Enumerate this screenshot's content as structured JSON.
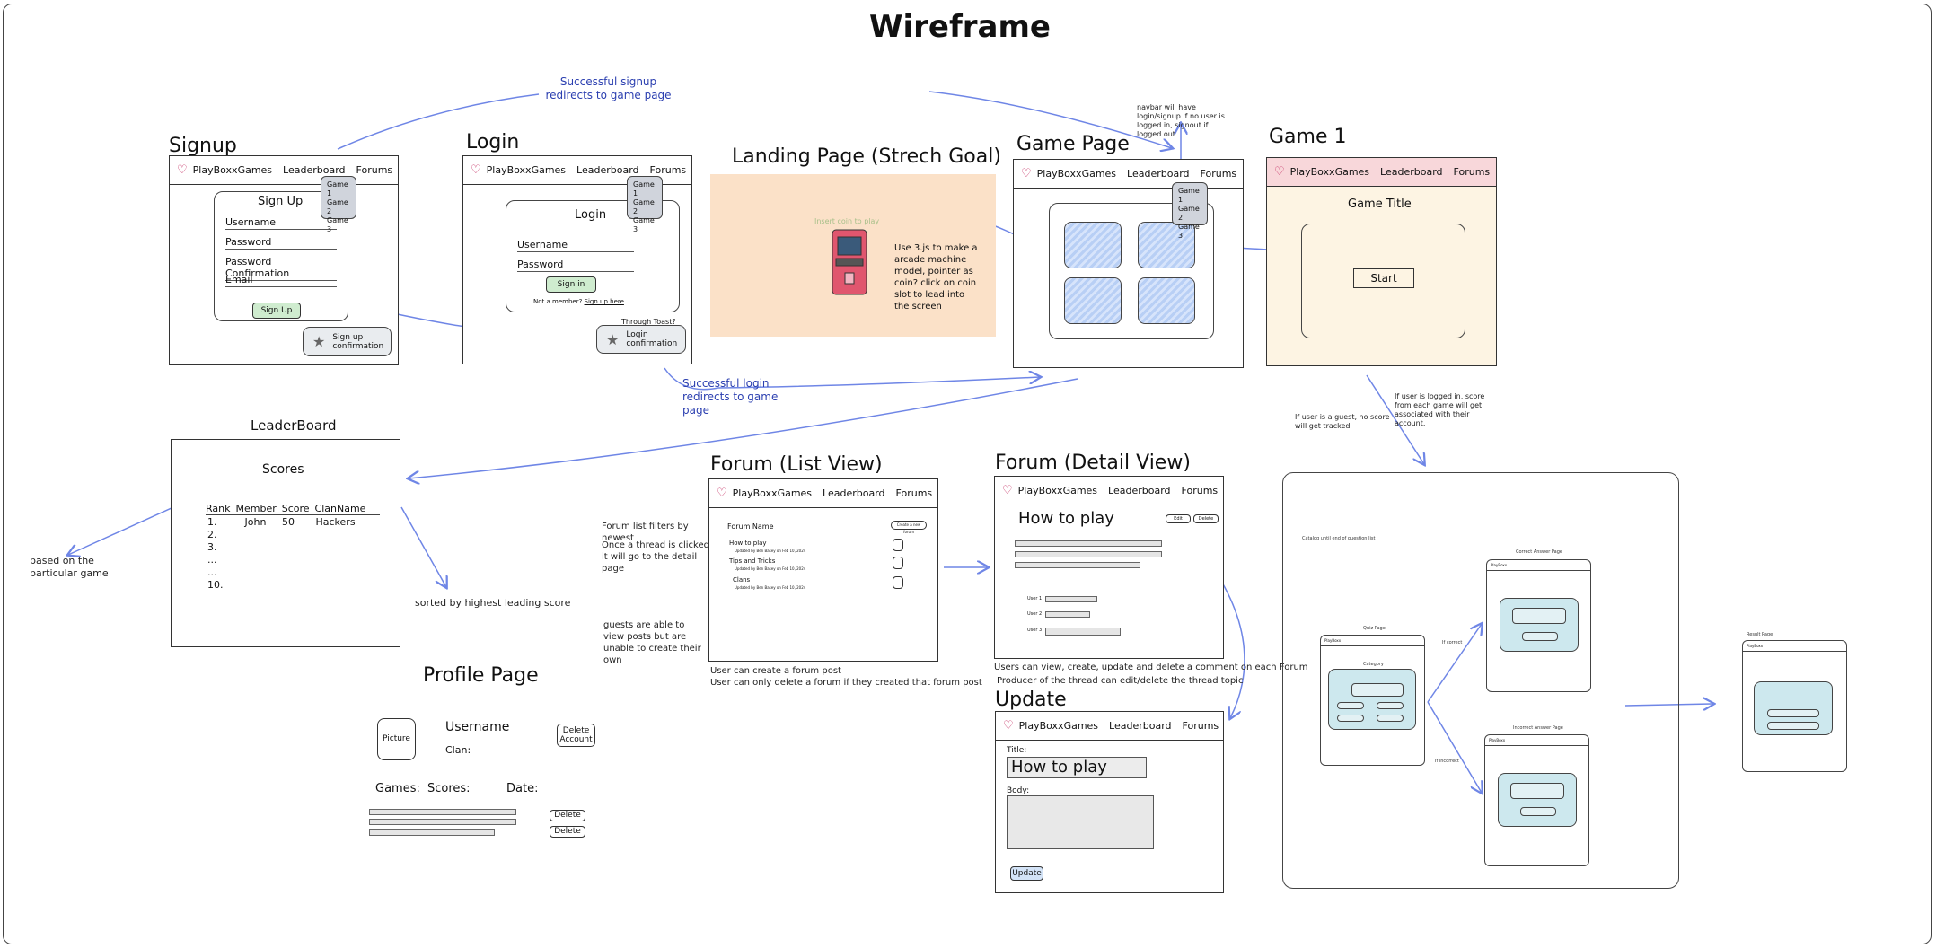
{
  "title": "Wireframe",
  "nav": {
    "brand": "PlayBoxx",
    "games": "Games",
    "leaderboard": "Leaderboard",
    "forums": "Forums",
    "dropdown": [
      "Game 1",
      "Game 2",
      "Game 3"
    ]
  },
  "signup": {
    "label": "Signup",
    "heading": "Sign Up",
    "fields": [
      "Username",
      "Password",
      "Password Confirmation",
      "Email"
    ],
    "button": "Sign Up",
    "toast": "Sign up confirmation"
  },
  "login": {
    "label": "Login",
    "heading": "Login",
    "fields": [
      "Username",
      "Password"
    ],
    "button": "Sign in",
    "member_prompt": "Not a member?",
    "member_link": "Sign up here",
    "toast_caption": "Through Toast?",
    "toast": "Login confirmation"
  },
  "landing": {
    "label": "Landing Page (Strech Goal)",
    "insert": "Insert coin to play",
    "description": "Use 3.js to make a arcade machine model, pointer as coin? click on coin slot to lead into the screen"
  },
  "game_page": {
    "label": "Game Page",
    "navbar_note": "navbar will have login/signup if no user is logged in, signout if logged out"
  },
  "game1": {
    "label": "Game 1",
    "game_title": "Game Title",
    "start": "Start"
  },
  "notes": {
    "signup_redirect": "Successful signup redirects to game page",
    "login_redirect": "Successful login redirects to game page",
    "guest_note": "If user is a guest, no score will get tracked",
    "logged_note": "If user is logged in, score from each game will get associated with their account.",
    "based_on": "based on the particular game",
    "sorted_by": "sorted by highest leading score",
    "forum_filters": "Forum list filters by newest",
    "forum_click": "Once a thread is clicked it will go to the detail page",
    "guests": "guests are able to view posts but are unable to create their own",
    "forum_create": "User can create a forum post",
    "forum_delete": "User can only delete a forum if they created that forum post",
    "detail_crud": "Users can view, create, update and delete a comment on each Forum",
    "detail_producer": "Producer of the thread can edit/delete the thread topic"
  },
  "leaderboard": {
    "label": "LeaderBoard",
    "heading": "Scores",
    "columns": [
      "Rank",
      "Member",
      "Score",
      "ClanName"
    ],
    "first": [
      "1.",
      "John",
      "50",
      "Hackers"
    ],
    "ranks": [
      "2.",
      "3.",
      "...",
      "...",
      "10."
    ]
  },
  "profile": {
    "label": "Profile Page",
    "picture": "Picture",
    "username": "Username",
    "clan": "Clan:",
    "delete_account": "Delete Account",
    "games": "Games:",
    "scores": "Scores:",
    "date": "Date:",
    "delete": "Delete"
  },
  "forum_list": {
    "label": "Forum (List View)",
    "forum_name": "Forum Name",
    "search": "Create a new forum",
    "threads": [
      "How to play",
      "Tips and Tricks",
      "Clans"
    ],
    "meta": "Updated by Ben Basey on Feb 10, 2024"
  },
  "forum_detail": {
    "label": "Forum (Detail View)",
    "heading": "How to play",
    "edit": "Edit",
    "delete": "Delete",
    "users": [
      "User 1",
      "User 2",
      "User 3"
    ]
  },
  "update": {
    "label": "Update",
    "title_label": "Title:",
    "title_value": "How to play",
    "body_label": "Body:",
    "button": "Update"
  },
  "quiz": {
    "intro": "Catalog until end of question list",
    "quiz_page": "Quiz Page",
    "category": "Category",
    "correct_page": "Correct Answer Page",
    "incorrect_page": "Incorrect Answer Page",
    "result_page": "Result Page",
    "if_correct": "If correct",
    "if_incorrect": "If incorrect"
  },
  "colors": {
    "arrow": "#6f86e6",
    "blue_text": "#2b3fb0",
    "landing_bg": "#fbe1c8",
    "game1_bg": "#fdf4e3",
    "game1_nav": "#f8d7da",
    "tile": "#c9dbf8",
    "teal": "#cde8ee",
    "signup_btn": "#cfeccf"
  }
}
